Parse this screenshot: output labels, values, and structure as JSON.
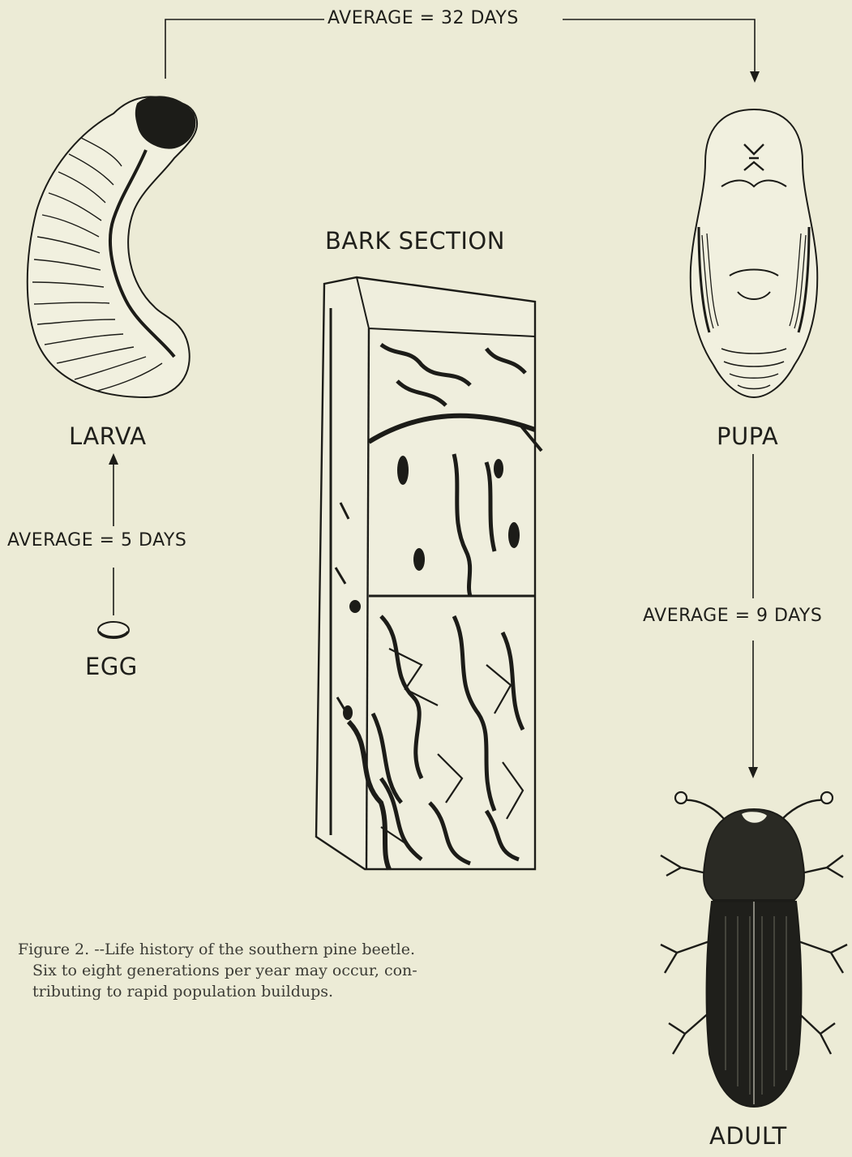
{
  "labels": {
    "top_cycle": "AVERAGE = 32 DAYS",
    "larva": "LARVA",
    "egg_to_larva": "AVERAGE = 5 DAYS",
    "egg": "EGG",
    "bark_section": "BARK SECTION",
    "pupa": "PUPA",
    "pupa_to_adult": "AVERAGE = 9 DAYS",
    "adult": "ADULT"
  },
  "caption": {
    "line1": "Figure 2. --Life history of the southern pine beetle.",
    "line2": "Six to eight generations per year may occur, con-",
    "line3": "tributing to rapid population buildups."
  },
  "colors": {
    "background": "#ecebd6",
    "ink": "#1c1c18"
  },
  "illustrations": [
    "larva-illustration",
    "pupa-illustration",
    "bark-section-illustration",
    "adult-beetle-illustration",
    "egg-illustration"
  ]
}
